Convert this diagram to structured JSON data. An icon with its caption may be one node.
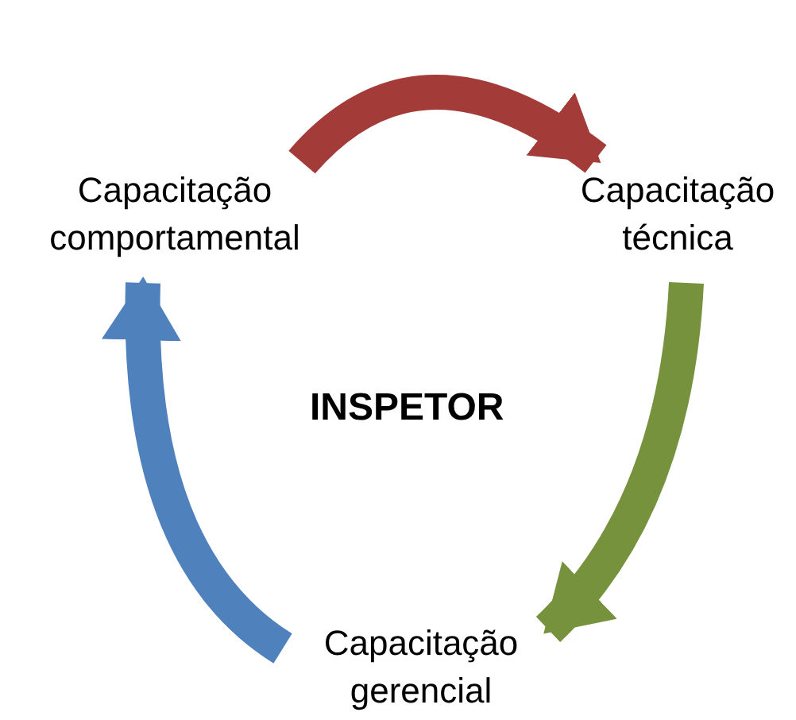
{
  "diagram": {
    "nodes": [
      {
        "text": [
          "Capacitação comportamental"
        ]
      },
      {
        "text": [
          "Capacitação técnica"
        ]
      },
      {
        "text": [
          "Capacitação gerencial"
        ]
      }
    ],
    "edges": [
      {
        "from": 0,
        "to": 1,
        "arrow": "to",
        "color": "#a33b39"
      },
      {
        "from": 1,
        "to": 2,
        "arrow": "to",
        "color": "#76923c"
      },
      {
        "from": 2,
        "to": 0,
        "arrow": "to",
        "color": "#4f81bd"
      }
    ],
    "labels": [
      "INSPETOR"
    ]
  }
}
